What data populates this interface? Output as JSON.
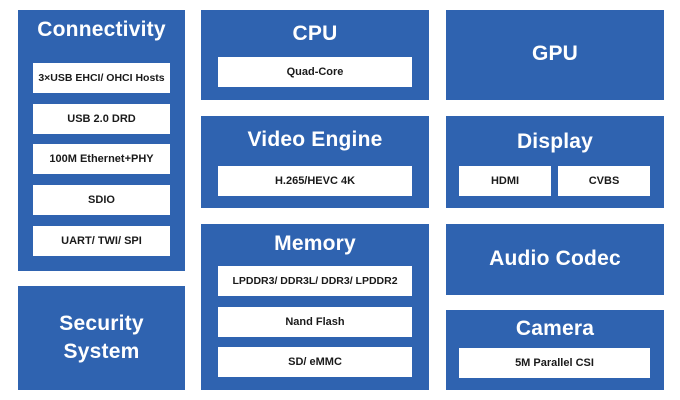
{
  "colors": {
    "block": "#2f63b0",
    "chip": "#ffffff",
    "title": "#ffffff",
    "chip_text": "#1a1a1a"
  },
  "connectivity": {
    "title": "Connectivity",
    "items": [
      "3×USB EHCI/ OHCI Hosts",
      "USB 2.0 DRD",
      "100M Ethernet+PHY",
      "SDIO",
      "UART/ TWI/ SPI"
    ]
  },
  "security": {
    "title_line1": "Security",
    "title_line2": "System"
  },
  "cpu": {
    "title": "CPU",
    "items": [
      "Quad-Core"
    ]
  },
  "video": {
    "title": "Video Engine",
    "items": [
      "H.265/HEVC 4K"
    ]
  },
  "memory": {
    "title": "Memory",
    "items": [
      "LPDDR3/ DDR3L/ DDR3/ LPDDR2",
      "Nand Flash",
      "SD/ eMMC"
    ]
  },
  "gpu": {
    "title": "GPU"
  },
  "display": {
    "title": "Display",
    "items": [
      "HDMI",
      "CVBS"
    ]
  },
  "audio": {
    "title": "Audio Codec"
  },
  "camera": {
    "title": "Camera",
    "items": [
      "5M Parallel CSI"
    ]
  }
}
